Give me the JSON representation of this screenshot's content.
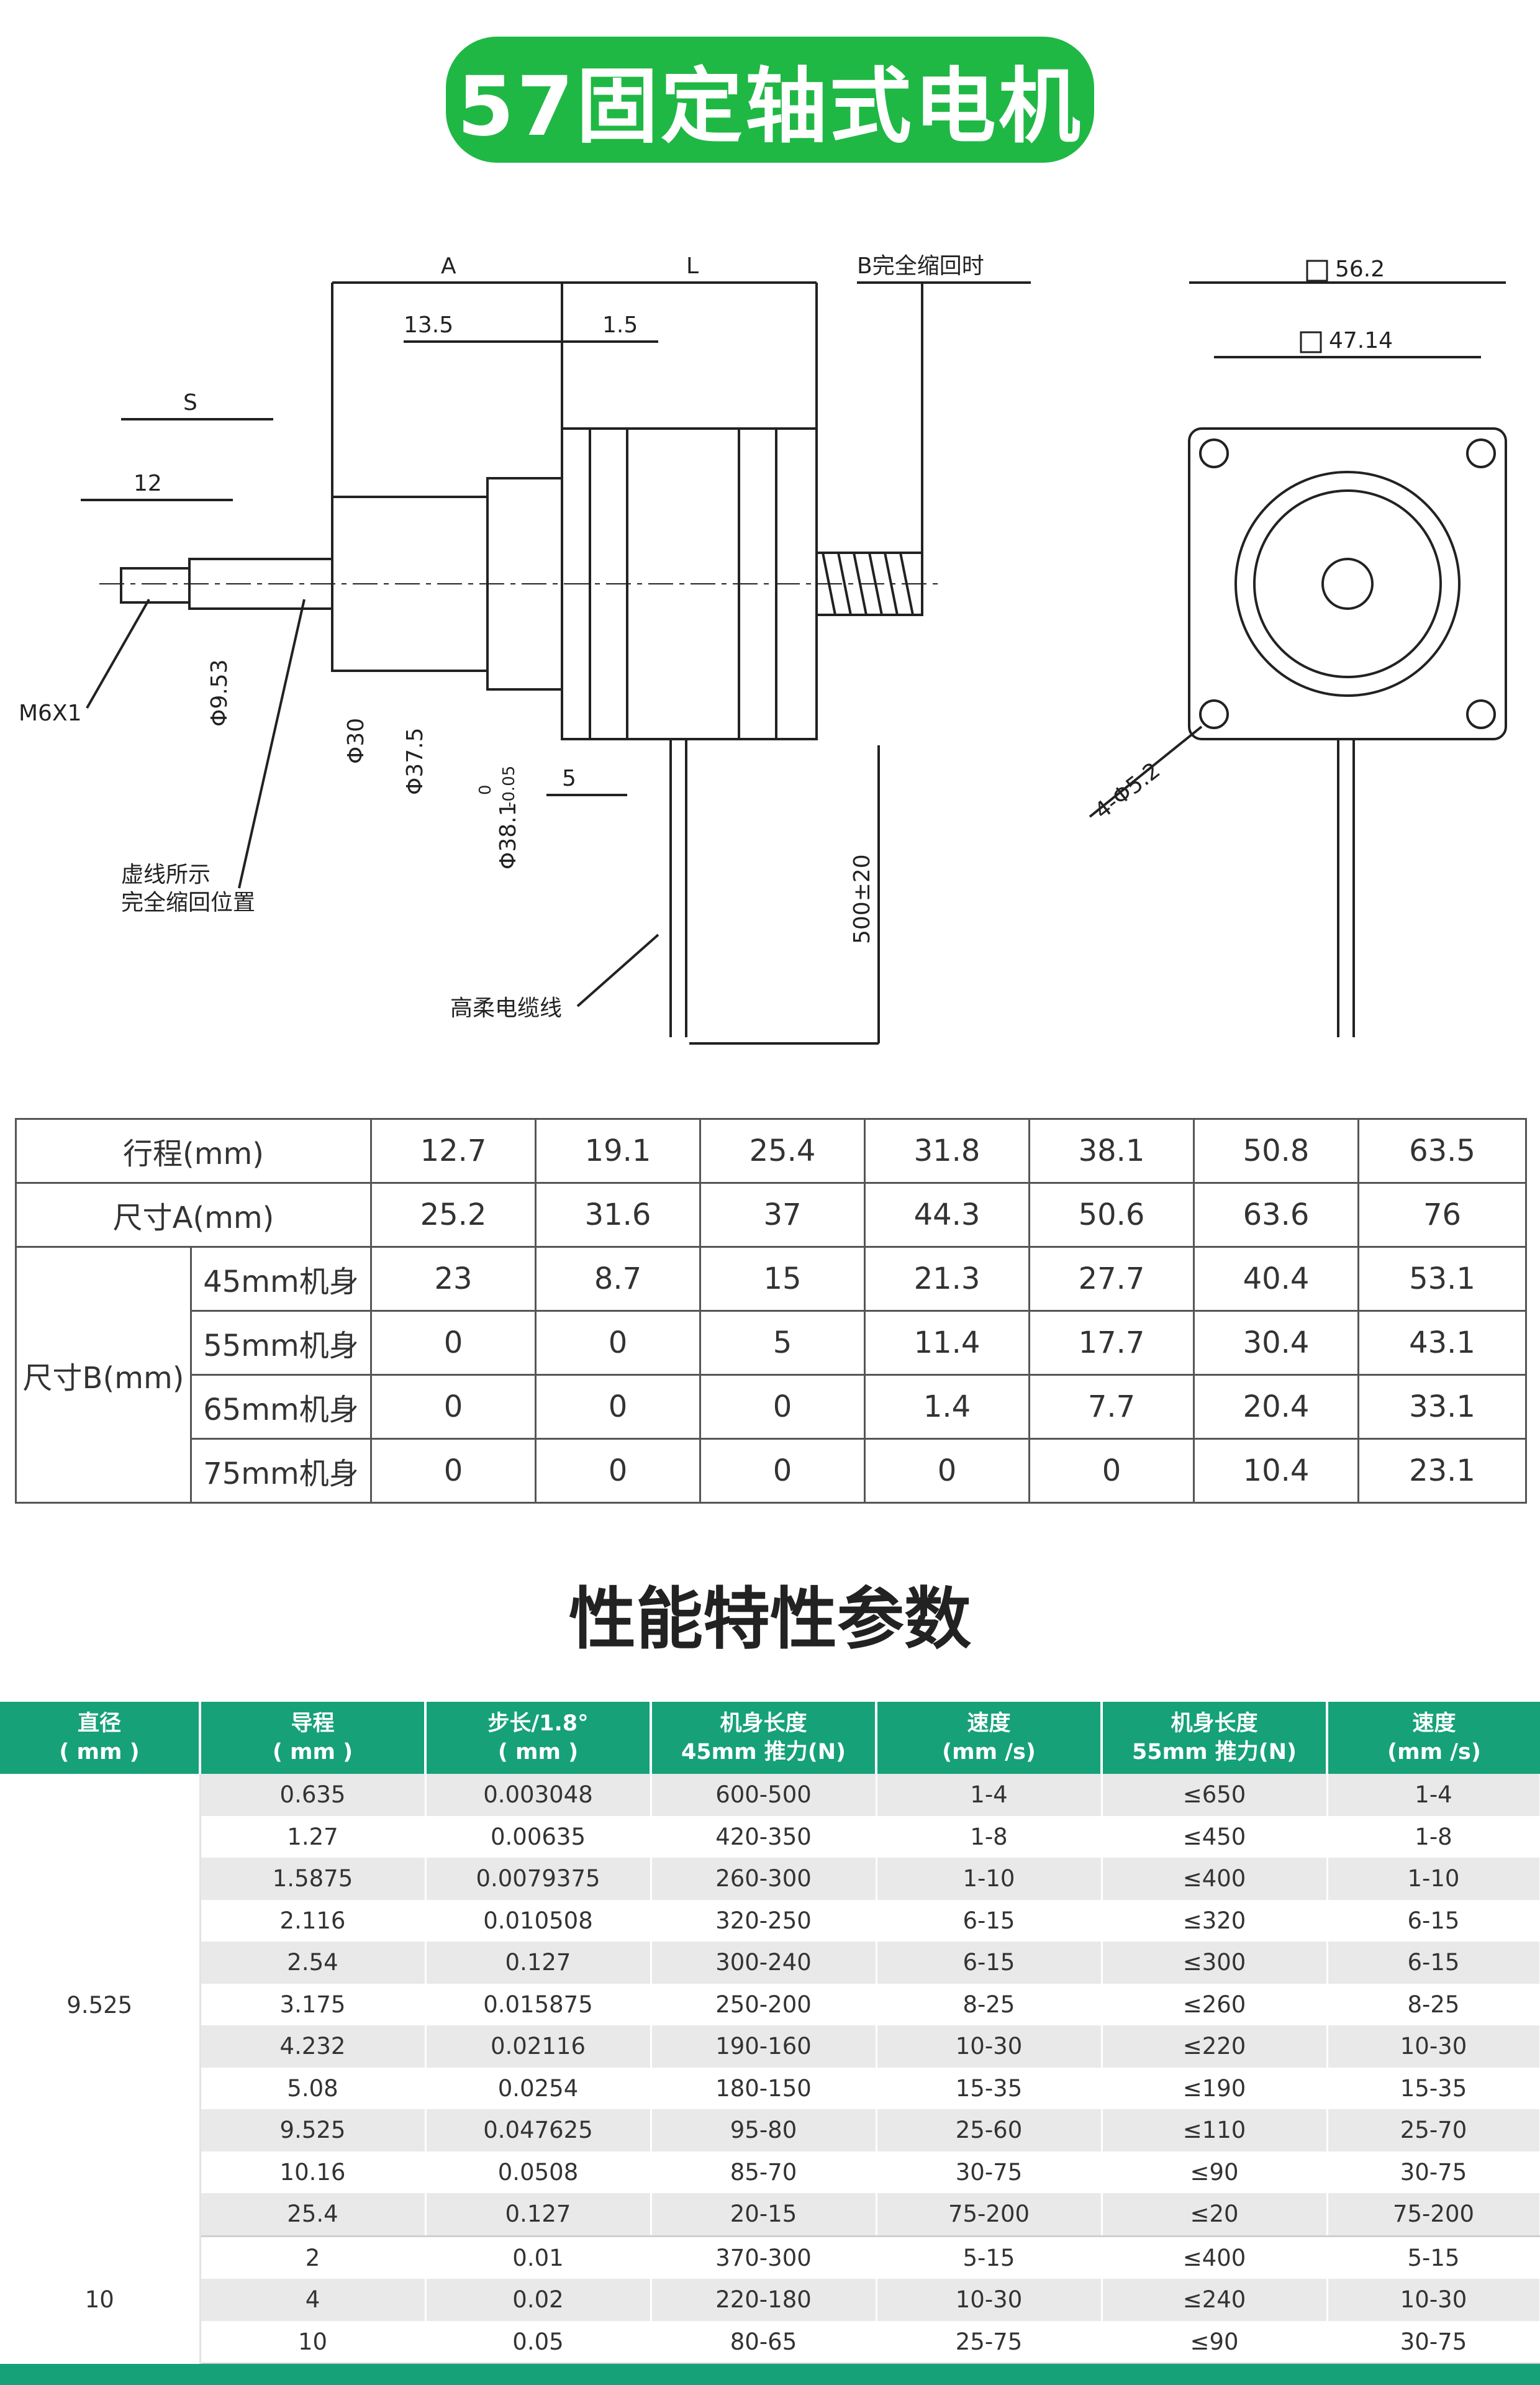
{
  "title": "57固定轴式电机",
  "drawing": {
    "labels": {
      "A": "A",
      "L": "L",
      "b_retract": "B完全缩回时",
      "d13_5": "13.5",
      "d1_5": "1.5",
      "S": "S",
      "d12": "12",
      "m6": "M6X1",
      "phi953": "Φ9.53",
      "phi30": "Φ30",
      "phi375": "Φ37.5",
      "phi381": "Φ38.1",
      "tol_upper": "0",
      "tol_lower": "-0.05",
      "d5": "5",
      "dashed_note1": "虚线所示",
      "dashed_note2": "完全缩回位置",
      "cable_label": "高柔电缆线",
      "cable_len": "500±20",
      "sq56": "56.2",
      "sq47": "47.14",
      "holes": "4-Φ5.2"
    }
  },
  "dim_table": {
    "stroke_label": "行程(mm)",
    "stroke": [
      "12.7",
      "19.1",
      "25.4",
      "31.8",
      "38.1",
      "50.8",
      "63.5"
    ],
    "size_a_label": "尺寸A(mm)",
    "size_a": [
      "25.2",
      "31.6",
      "37",
      "44.3",
      "50.6",
      "63.6",
      "76"
    ],
    "size_b_label": "尺寸B(mm)",
    "size_b_rows": [
      {
        "label": "45mm机身",
        "values": [
          "23",
          "8.7",
          "15",
          "21.3",
          "27.7",
          "40.4",
          "53.1"
        ]
      },
      {
        "label": "55mm机身",
        "values": [
          "0",
          "0",
          "5",
          "11.4",
          "17.7",
          "30.4",
          "43.1"
        ]
      },
      {
        "label": "65mm机身",
        "values": [
          "0",
          "0",
          "0",
          "1.4",
          "7.7",
          "20.4",
          "33.1"
        ]
      },
      {
        "label": "75mm机身",
        "values": [
          "0",
          "0",
          "0",
          "0",
          "0",
          "10.4",
          "23.1"
        ]
      }
    ]
  },
  "perf_title": "性能特性参数",
  "perf_table": {
    "headers": [
      [
        "直径",
        "( mm )"
      ],
      [
        "导程",
        "( mm )"
      ],
      [
        "步长/1.8°",
        "( mm )"
      ],
      [
        "机身长度",
        "45mm 推力(N)"
      ],
      [
        "速度",
        "(mm /s)"
      ],
      [
        "机身长度",
        "55mm 推力(N)"
      ],
      [
        "速度",
        "(mm /s)"
      ]
    ],
    "groups": [
      {
        "diameter": "9.525",
        "rows": [
          [
            "0.635",
            "0.003048",
            "600-500",
            "1-4",
            "≤650",
            "1-4"
          ],
          [
            "1.27",
            "0.00635",
            "420-350",
            "1-8",
            "≤450",
            "1-8"
          ],
          [
            "1.5875",
            "0.0079375",
            "260-300",
            "1-10",
            "≤400",
            "1-10"
          ],
          [
            "2.116",
            "0.010508",
            "320-250",
            "6-15",
            "≤320",
            "6-15"
          ],
          [
            "2.54",
            "0.127",
            "300-240",
            "6-15",
            "≤300",
            "6-15"
          ],
          [
            "3.175",
            "0.015875",
            "250-200",
            "8-25",
            "≤260",
            "8-25"
          ],
          [
            "4.232",
            "0.02116",
            "190-160",
            "10-30",
            "≤220",
            "10-30"
          ],
          [
            "5.08",
            "0.0254",
            "180-150",
            "15-35",
            "≤190",
            "15-35"
          ],
          [
            "9.525",
            "0.047625",
            "95-80",
            "25-60",
            "≤110",
            "25-70"
          ],
          [
            "10.16",
            "0.0508",
            "85-70",
            "30-75",
            "≤90",
            "30-75"
          ],
          [
            "25.4",
            "0.127",
            "20-15",
            "75-200",
            "≤20",
            "75-200"
          ]
        ]
      },
      {
        "diameter": "10",
        "rows": [
          [
            "2",
            "0.01",
            "370-300",
            "5-15",
            "≤400",
            "5-15"
          ],
          [
            "4",
            "0.02",
            "220-180",
            "10-30",
            "≤240",
            "10-30"
          ],
          [
            "10",
            "0.05",
            "80-65",
            "25-75",
            "≤90",
            "30-75"
          ]
        ]
      }
    ]
  }
}
